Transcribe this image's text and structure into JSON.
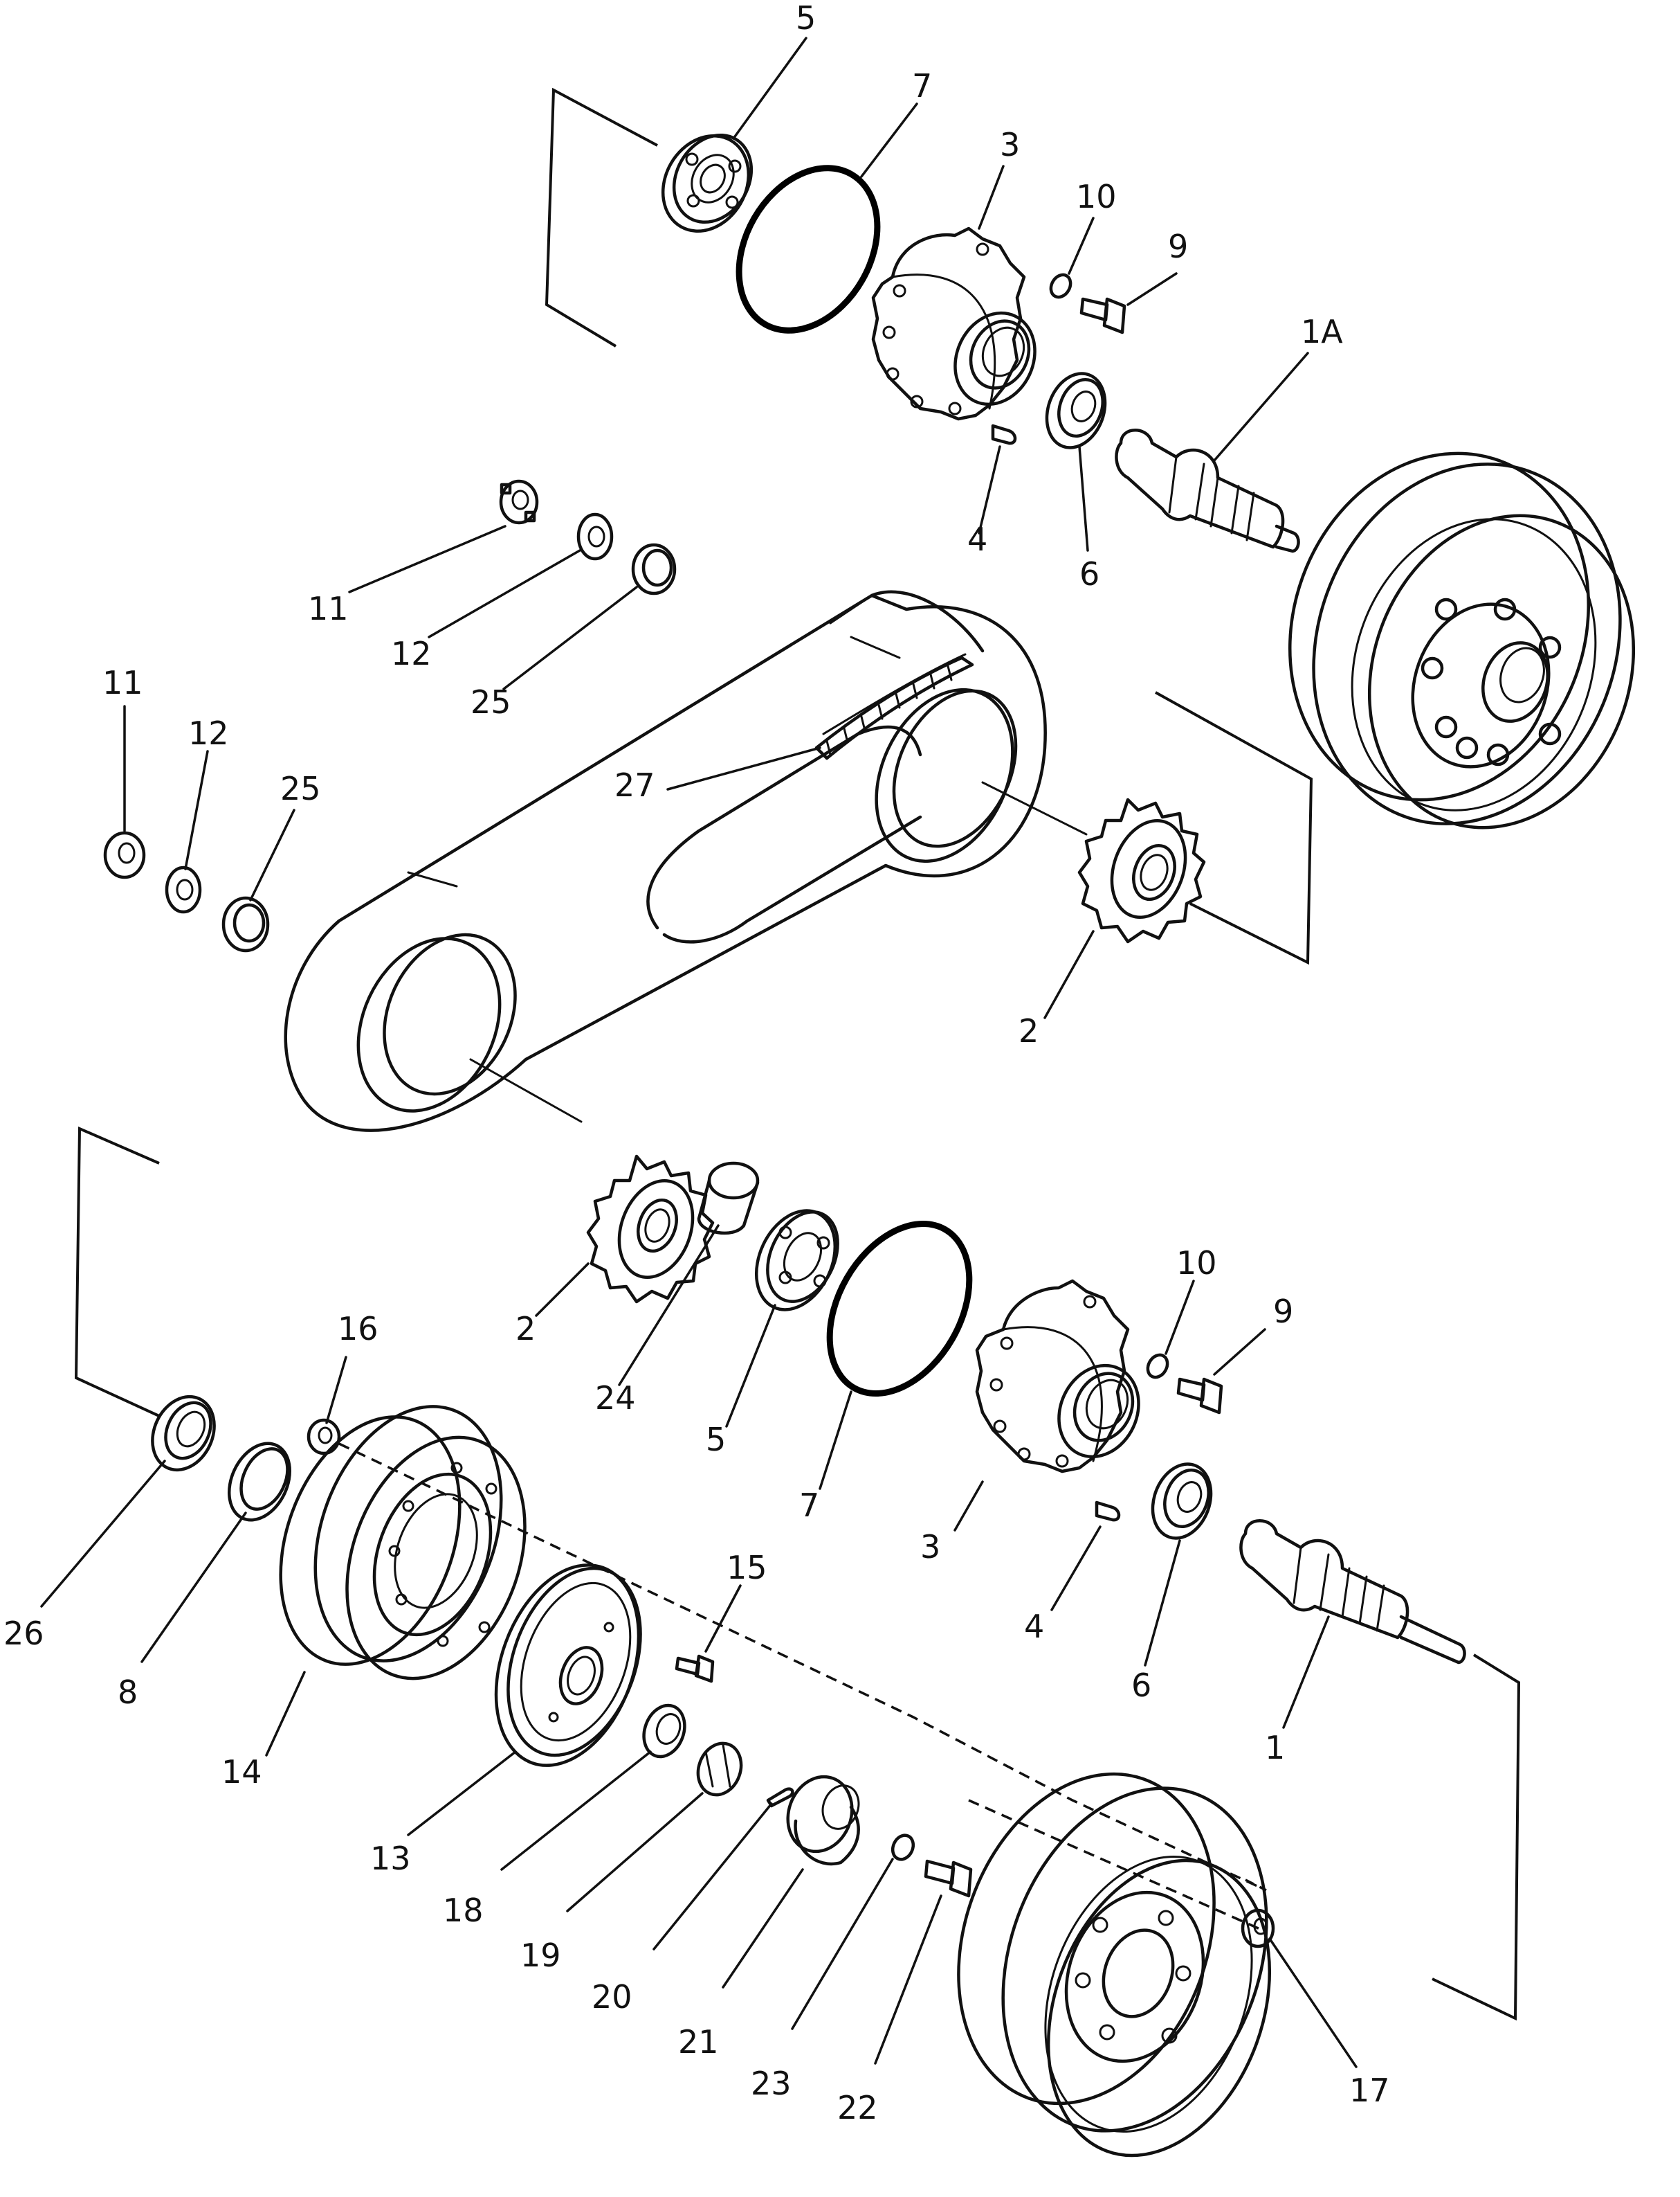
{
  "callouts": {
    "c1": "1",
    "c1A": "1A",
    "c2a": "2",
    "c2b": "2",
    "c3a": "3",
    "c3b": "3",
    "c4a": "4",
    "c4b": "4",
    "c5a": "5",
    "c5b": "5",
    "c6a": "6",
    "c6b": "6",
    "c7a": "7",
    "c7b": "7",
    "c8": "8",
    "c9a": "9",
    "c9b": "9",
    "c10a": "10",
    "c10b": "10",
    "c11a": "11",
    "c11b": "11",
    "c12a": "12",
    "c12b": "12",
    "c13": "13",
    "c14": "14",
    "c15": "15",
    "c16": "16",
    "c17": "17",
    "c18": "18",
    "c19": "19",
    "c20": "20",
    "c21": "21",
    "c22": "22",
    "c23": "23",
    "c24": "24",
    "c25a": "25",
    "c25b": "25",
    "c26": "26",
    "c27": "27"
  }
}
